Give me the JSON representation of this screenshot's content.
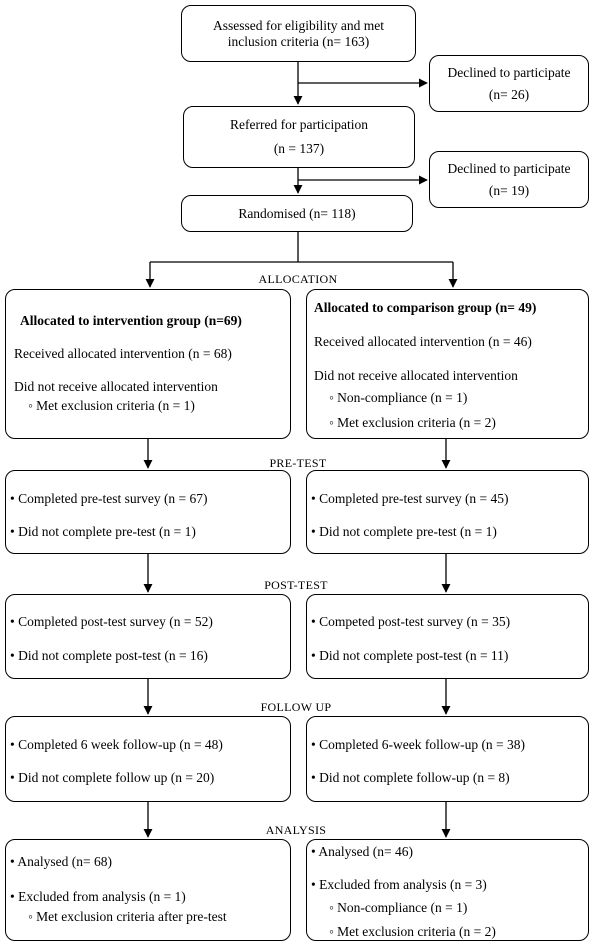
{
  "top": {
    "assessed": [
      "Assessed for eligibility and met",
      "inclusion criteria (n= 163)"
    ],
    "declined1": [
      "Declined to participate",
      "(n= 26)"
    ],
    "referred": [
      "Referred for participation",
      "(n = 137)"
    ],
    "declined2": [
      "Declined to participate",
      "(n= 19)"
    ],
    "randomised": "Randomised (n= 118)"
  },
  "sections": {
    "allocation": "ALLOCATION",
    "pretest": "PRE-TEST",
    "posttest": "POST-TEST",
    "followup": "FOLLOW UP",
    "analysis": "ANALYSIS"
  },
  "intervention": {
    "allocation": {
      "title": "Allocated to intervention group (n=69)",
      "received": "Received allocated intervention (n = 68)",
      "not_received": "Did not receive allocated intervention",
      "reason1": "◦ Met exclusion criteria (n = 1)"
    },
    "pretest": [
      "• Completed pre-test survey (n = 67)",
      "• Did not complete pre-test (n = 1)"
    ],
    "posttest": [
      "• Completed post-test survey (n = 52)",
      "• Did not complete post-test (n = 16)"
    ],
    "followup": [
      "• Completed 6 week follow-up (n = 48)",
      "• Did not complete follow up (n = 20)"
    ],
    "analysis": {
      "analysed": "• Analysed (n= 68)",
      "excluded": "• Excluded from analysis (n = 1)",
      "reason1": "◦ Met exclusion criteria after pre-test"
    }
  },
  "comparison": {
    "allocation": {
      "title": "Allocated to comparison group (n= 49)",
      "received": "Received allocated intervention (n = 46)",
      "not_received": "Did not receive allocated intervention",
      "reason1": "◦ Non-compliance (n = 1)",
      "reason2": "◦ Met exclusion criteria (n = 2)"
    },
    "pretest": [
      "• Completed pre-test survey (n = 45)",
      "• Did not complete pre-test (n = 1)"
    ],
    "posttest": [
      "• Competed post-test survey (n = 35)",
      "• Did not complete post-test (n = 11)"
    ],
    "followup": [
      "• Completed 6-week follow-up (n = 38)",
      "• Did not complete follow-up (n = 8)"
    ],
    "analysis": {
      "analysed": "• Analysed (n= 46)",
      "excluded": "• Excluded from analysis (n = 3)",
      "reason1": "◦ Non-compliance (n = 1)",
      "reason2": "◦ Met exclusion criteria (n = 2)"
    }
  }
}
